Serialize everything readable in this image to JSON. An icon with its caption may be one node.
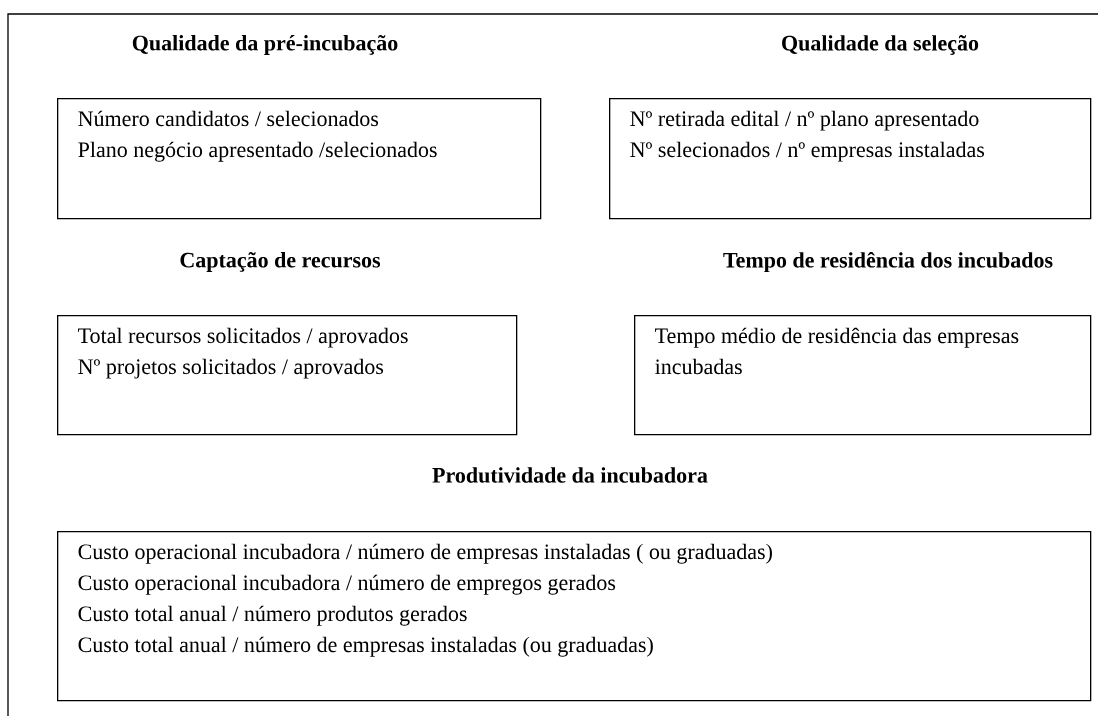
{
  "diagram": {
    "nodes": [
      {
        "text": [
          "Qualidade da pré-incubação",
          "Número candidatos / selecionados",
          "Plano negócio apresentado /selecionados"
        ]
      },
      {
        "text": [
          "Qualidade da seleção",
          "Nº retirada edital / nº plano apresentado",
          "Nº  selecionados / nº empresas instaladas"
        ]
      },
      {
        "text": [
          "Captação de recursos",
          "Total  recursos solicitados / aprovados",
          "Nº projetos solicitados / aprovados"
        ]
      },
      {
        "text": [
          "Tempo de residência dos incubados",
          "Tempo médio de residência das empresas incubadas"
        ]
      },
      {
        "text": [
          "Produtividade da incubadora",
          "Custo operacional  incubadora / número de empresas instaladas ( ou graduadas)",
          "Custo operacional incubadora / número de empregos gerados",
          "Custo total anual / número produtos gerados",
          "Custo total anual / número de empresas instaladas (ou graduadas)"
        ]
      }
    ]
  }
}
